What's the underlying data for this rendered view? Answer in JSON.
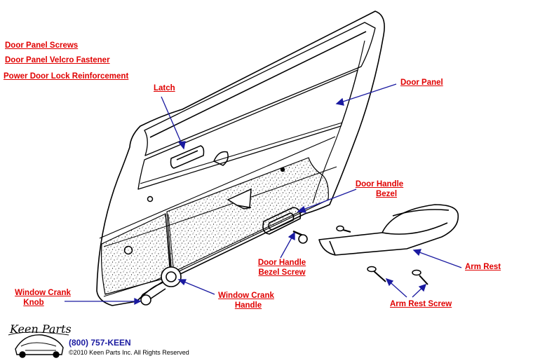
{
  "colors": {
    "link": "#e00000",
    "leader": "#1a1aa0",
    "drawing": "#000000"
  },
  "top_links": [
    "Door Panel Screws",
    "Door Panel Velcro Fastener",
    "Power Door Lock Reinforcement"
  ],
  "callouts": {
    "latch": "Latch",
    "door_panel": "Door Panel",
    "door_handle_bezel": [
      "Door Handle",
      "Bezel"
    ],
    "door_handle_bezel_screw": [
      "Door Handle",
      "Bezel Screw"
    ],
    "arm_rest": "Arm Rest",
    "arm_rest_screw": "Arm Rest Screw",
    "window_crank_knob": [
      "Window Crank",
      "Knob"
    ],
    "window_crank_handle": [
      "Window Crank",
      "Handle"
    ]
  },
  "footer": {
    "logo_text": "Keen Parts",
    "phone": "(800) 757-KEEN",
    "copyright": "©2010 Keen Parts Inc. All Rights Reserved"
  }
}
